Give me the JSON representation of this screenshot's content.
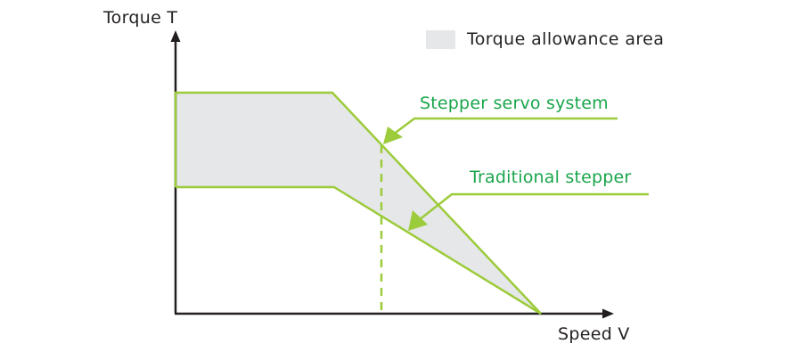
{
  "diagram": {
    "y_axis_label": "Torque T",
    "x_axis_label": "Speed V",
    "legend": {
      "swatch_label": "Torque allowance area",
      "swatch_color": "#e6e7e9"
    },
    "annotations": {
      "stepper_servo": "Stepper servo system",
      "traditional": "Traditional stepper"
    },
    "colors": {
      "axis": "#231f20",
      "curve": "#9ccb3b",
      "annotation_text": "#1aa54b",
      "fill": "#e6e7e9"
    }
  },
  "chart_data": {
    "type": "line",
    "title": "",
    "xlabel": "Speed V",
    "ylabel": "Torque T",
    "grid": false,
    "legend": [
      "Torque allowance area"
    ],
    "legend_position": "top-right",
    "series": [
      {
        "name": "Stepper servo system",
        "points_normalized": [
          [
            0,
            1.0
          ],
          [
            0.43,
            1.0
          ],
          [
            1.0,
            0
          ]
        ]
      },
      {
        "name": "Traditional stepper",
        "points_normalized": [
          [
            0,
            0.57
          ],
          [
            0.435,
            0.57
          ],
          [
            1.0,
            0
          ]
        ]
      }
    ],
    "shaded_region": "Between Stepper servo system and Traditional stepper curves (Torque allowance area)",
    "reference_line": {
      "type": "vertical-dashed",
      "x_normalized": 0.56
    },
    "annotations": [
      "Stepper servo system",
      "Traditional stepper"
    ]
  }
}
